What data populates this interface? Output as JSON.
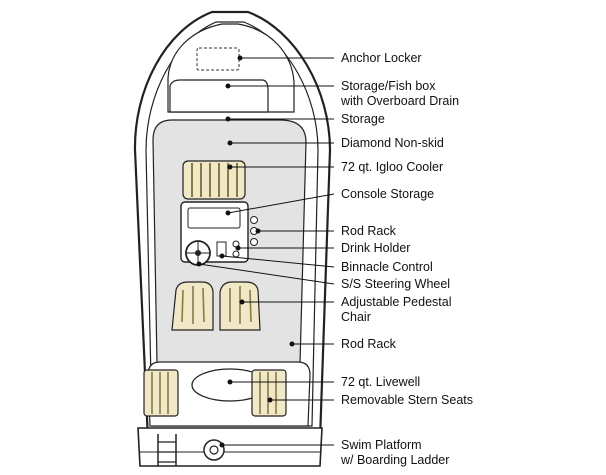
{
  "colors": {
    "hull_outline": "#222222",
    "deck": "#e3e3e3",
    "seat_cushion": "#f0e8c6",
    "seat_stripe": "#8a7a48",
    "leader_line": "#111111"
  },
  "labels": [
    {
      "id": "anchor-locker",
      "lines": [
        "Anchor Locker"
      ]
    },
    {
      "id": "storage-fish-box",
      "lines": [
        "Storage/Fish box",
        "with Overboard Drain"
      ]
    },
    {
      "id": "storage",
      "lines": [
        "Storage"
      ]
    },
    {
      "id": "diamond-non-skid",
      "lines": [
        "Diamond Non-skid"
      ]
    },
    {
      "id": "igloo-cooler",
      "lines": [
        "72 qt. Igloo Cooler"
      ]
    },
    {
      "id": "console-storage",
      "lines": [
        "Console Storage"
      ]
    },
    {
      "id": "rod-rack-console",
      "lines": [
        "Rod Rack"
      ]
    },
    {
      "id": "drink-holder",
      "lines": [
        "Drink Holder"
      ]
    },
    {
      "id": "binnacle-control",
      "lines": [
        "Binnacle Control"
      ]
    },
    {
      "id": "steering-wheel",
      "lines": [
        "S/S Steering Wheel"
      ]
    },
    {
      "id": "pedestal-chair",
      "lines": [
        "Adjustable Pedestal",
        "Chair"
      ]
    },
    {
      "id": "rod-rack-gunwale",
      "lines": [
        "Rod Rack"
      ]
    },
    {
      "id": "livewell",
      "lines": [
        "72 qt. Livewell"
      ]
    },
    {
      "id": "stern-seats",
      "lines": [
        "Removable Stern Seats"
      ]
    },
    {
      "id": "swim-platform",
      "lines": [
        "Swim Platform",
        "w/ Boarding Ladder"
      ]
    }
  ]
}
